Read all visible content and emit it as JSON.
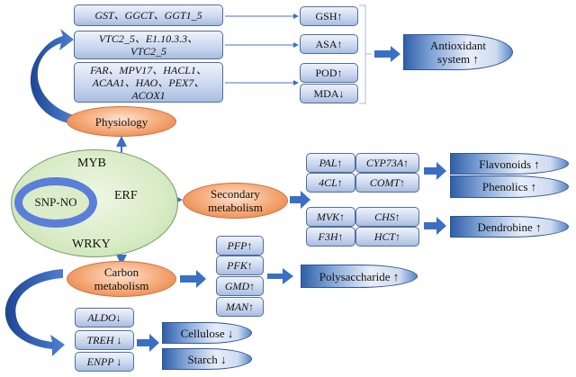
{
  "physiology": {
    "label": "Physiology",
    "gene_groups": [
      "GST、GGCT、GGT1_5",
      "VTC2_5、E1.10.3.3、\nVTC2_5",
      "FAR、MPV17、HACL1、\nACAA1、HAO、PEX7、\nACOX1"
    ],
    "markers": [
      "GSH↑",
      "ASA↑",
      "POD↑",
      "MDA↓"
    ],
    "result": "Antioxidant\nsystem ↑"
  },
  "center": {
    "core": "SNP-NO",
    "tf_top": "MYB",
    "tf_middle": "ERF",
    "tf_bottom": "WRKY"
  },
  "secondary": {
    "label": "Secondary\nmetabolism",
    "group1": [
      "PAL↑",
      "CYP73A↑",
      "4CL↑",
      "COMT↑"
    ],
    "group2": [
      "MVK↑",
      "CHS↑",
      "F3H↑",
      "HCT↑"
    ],
    "results1": [
      "Flavonoids ↑",
      "Phenolics ↑"
    ],
    "results2": [
      "Dendrobine ↑"
    ]
  },
  "carbon": {
    "label": "Carbon\nmetabolism",
    "up_genes": [
      "PFP↑",
      "PFK↑",
      "GMD↑",
      "MAN↑"
    ],
    "up_result": "Polysaccharide ↑",
    "down_genes": [
      "ALDO↓",
      "TREH ↓",
      "ENPP ↓"
    ],
    "down_results": [
      "Cellulose ↓",
      "Starch ↓"
    ]
  },
  "colors": {
    "arrow_blue": "#3a6fc4",
    "dark_blue": "#2b56a8",
    "oval_orange": "#f4a672",
    "center_green": "#d7ebc4",
    "ring_blue": "#5b7fd8"
  }
}
